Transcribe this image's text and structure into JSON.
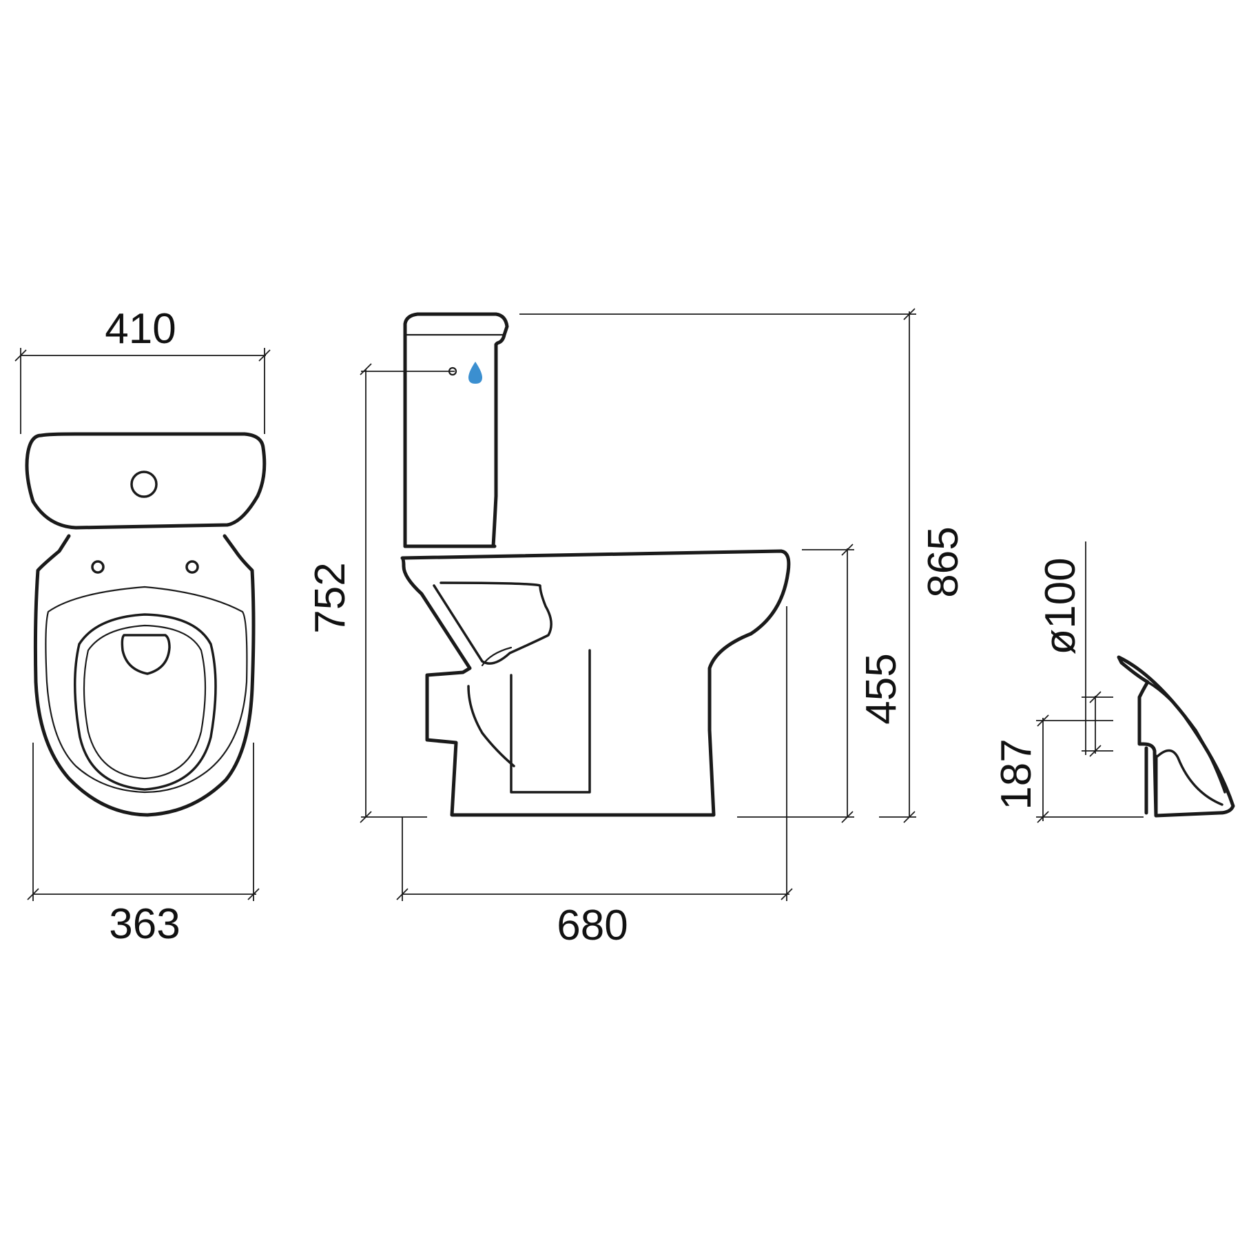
{
  "dimensions": {
    "top_width": "410",
    "bottom_width": "363",
    "side_height": "752",
    "length": "680",
    "seat_height": "455",
    "total_height": "865",
    "outlet_diameter": "ø100",
    "outlet_height": "187"
  },
  "colors": {
    "line": "#1a1a1a",
    "flush_button": "#3b8fd0"
  },
  "icons": {
    "flush_indicator": "water-drop-icon"
  }
}
